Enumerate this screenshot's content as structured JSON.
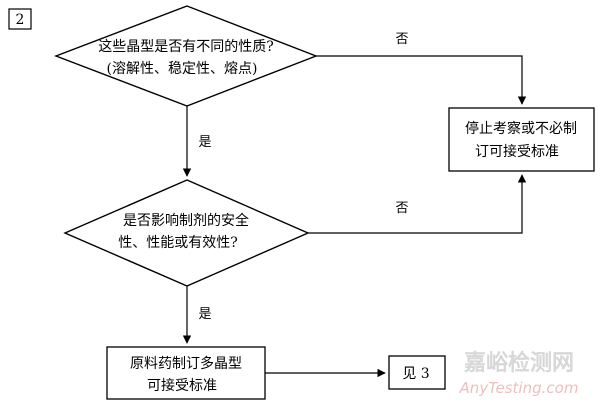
{
  "page_label": "2",
  "decision1": {
    "line1": "这些晶型是否有不同的性质?",
    "line2": "(溶解性、稳定性、熔点)"
  },
  "decision2": {
    "line1": "是否影响制剂的安全",
    "line2": "性、性能或有效性?"
  },
  "stop_box": {
    "line1": "停止考察或不必制",
    "line2": "订可接受标准"
  },
  "action_box": {
    "line1": "原料药制订多晶型",
    "line2": "可接受标准"
  },
  "ref_box": {
    "text": "见 3"
  },
  "edges": {
    "d1_no": "否",
    "d1_yes": "是",
    "d2_no": "否",
    "d2_yes": "是"
  },
  "watermark": {
    "cn": "嘉峪检测网",
    "en": "AnyTesting.com"
  }
}
